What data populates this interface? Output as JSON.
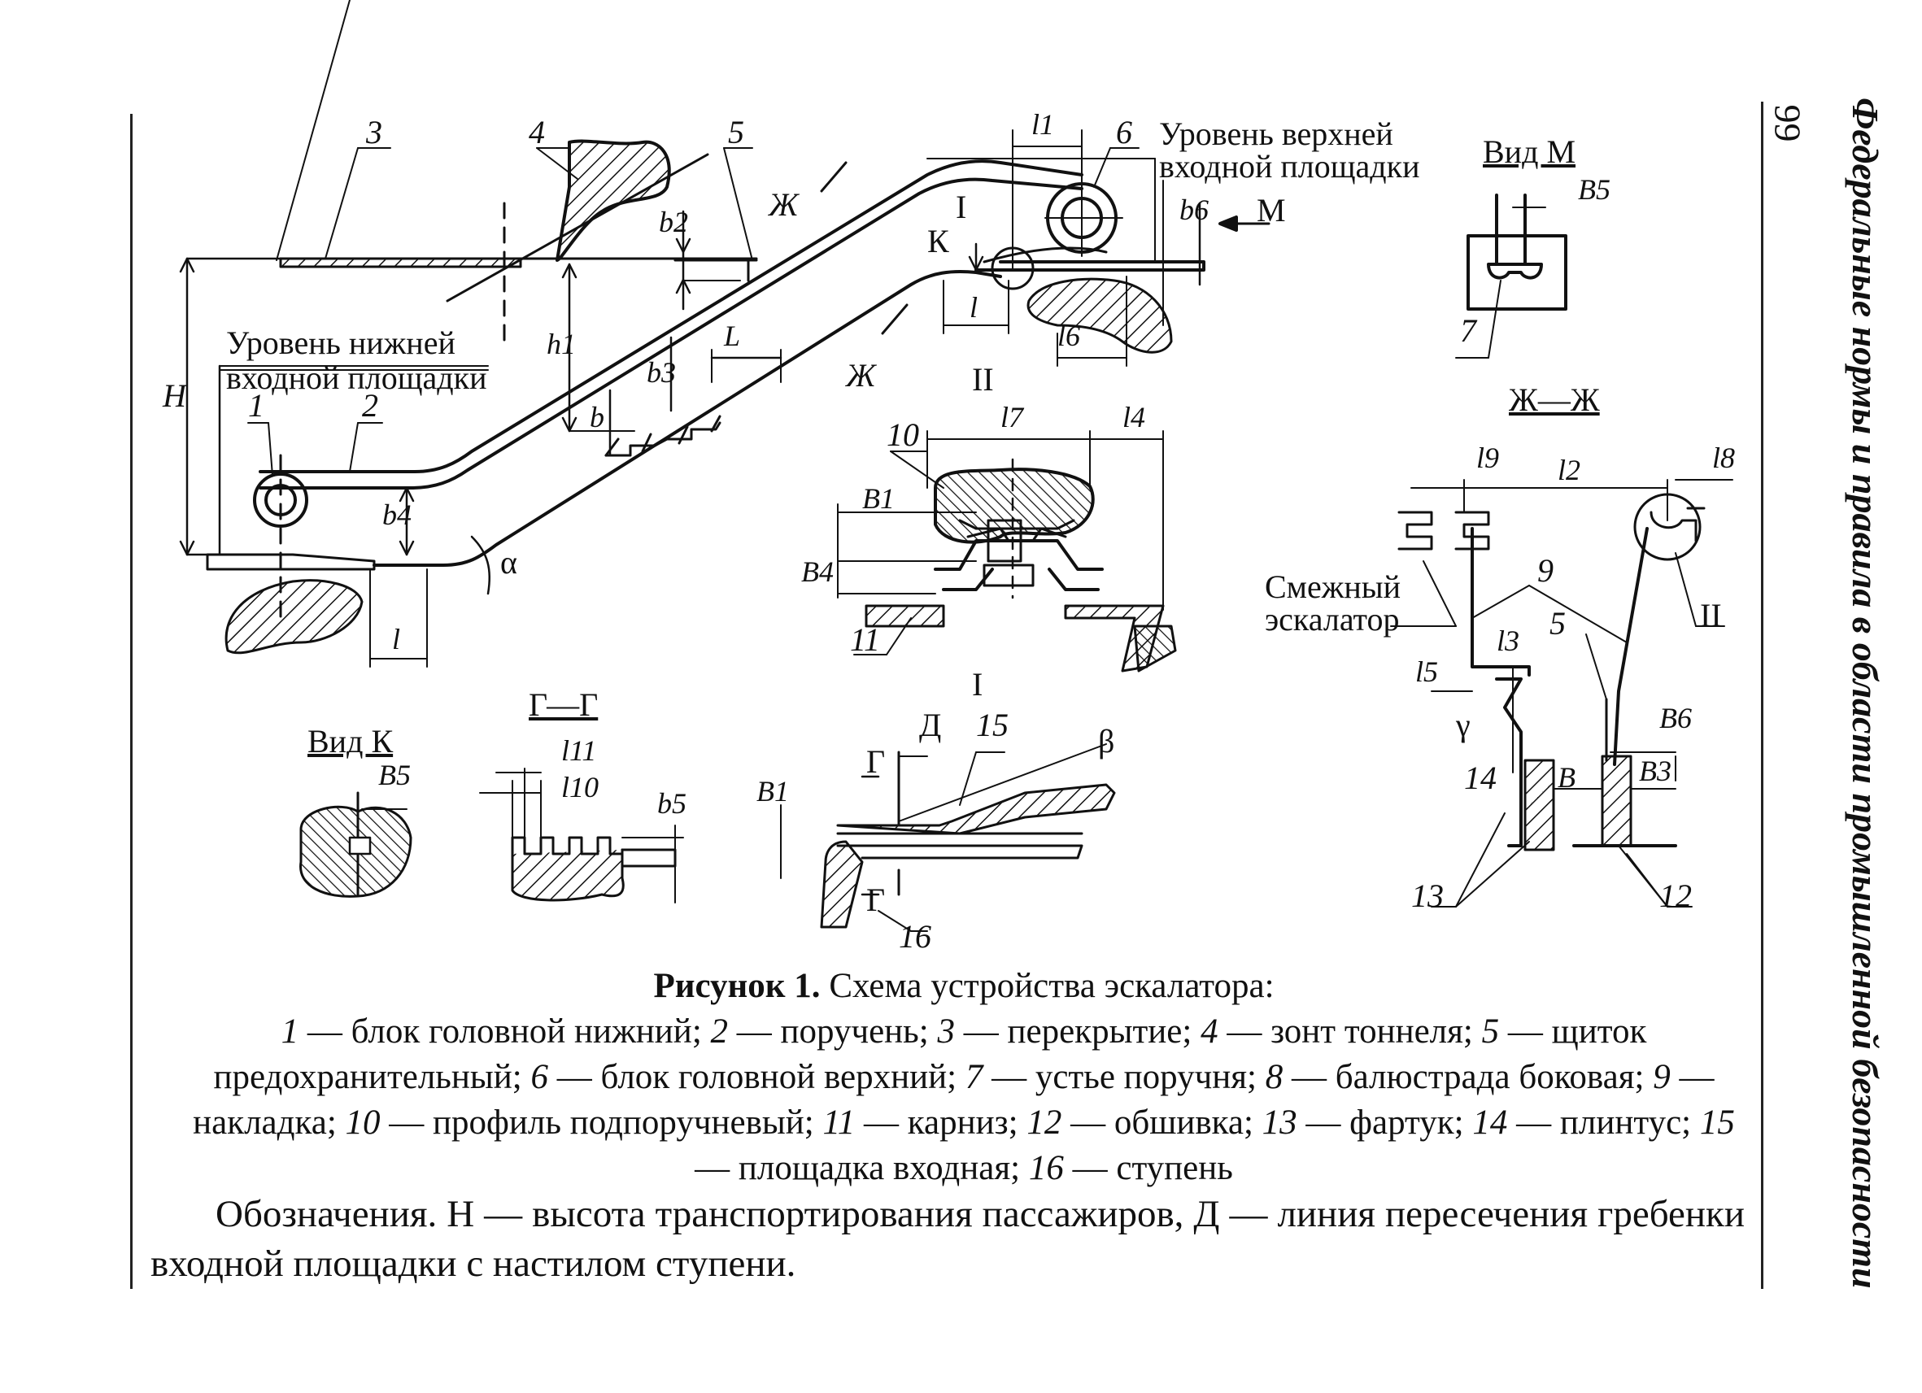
{
  "running_head": {
    "page_number": "99",
    "title": "Федеральные нормы и правила в области промышленной безопасности"
  },
  "figure": {
    "labels": {
      "upper_level": [
        "Уровень верхней",
        "входной площадки"
      ],
      "lower_level": [
        "Уровень нижней",
        "входной площадки"
      ],
      "adjacent": [
        "Смежный",
        "эскалатор"
      ],
      "view_m": "Вид М",
      "view_k": "Вид К",
      "section_gg": "Г—Г",
      "section_zz": "Ж—Ж",
      "detail_I": "I",
      "detail_II": "II",
      "marker_M": "М",
      "marker_K": "К",
      "marker_D": "Д",
      "marker_G": "Г",
      "marker_Zh": "Ж",
      "H": "H",
      "alpha": "α",
      "beta": "β",
      "gamma": "γ",
      "dims": [
        "l",
        "l1",
        "l2",
        "l3",
        "l4",
        "l5",
        "l6",
        "l7",
        "l8",
        "l9",
        "l10",
        "l11",
        "b",
        "b2",
        "b3",
        "b4",
        "b5",
        "b6",
        "h1",
        "B",
        "B1",
        "B3",
        "B4",
        "B5",
        "B6",
        "L"
      ],
      "numbers": [
        "1",
        "2",
        "3",
        "4",
        "5",
        "6",
        "7",
        "9",
        "10",
        "11",
        "12",
        "13",
        "14",
        "15",
        "16"
      ]
    }
  },
  "caption": {
    "title_bold": "Рисунок 1.",
    "title_rest": " Схема устройства эскалатора:",
    "items": [
      {
        "n": "1",
        "t": " — блок головной нижний; "
      },
      {
        "n": "2",
        "t": " — поручень; "
      },
      {
        "n": "3",
        "t": " — перекрытие; "
      },
      {
        "n": "4",
        "t": " — зонт тоннеля; "
      },
      {
        "n": "5",
        "t": " — щиток предохранительный; "
      },
      {
        "n": "6",
        "t": " — блок головной верхний; "
      },
      {
        "n": "7",
        "t": " — устье поручня; "
      },
      {
        "n": "8",
        "t": " — балюстрада боковая; "
      },
      {
        "n": "9",
        "t": " — накладка; "
      },
      {
        "n": "10",
        "t": " — профиль подпоручневый; "
      },
      {
        "n": "11",
        "t": " — карниз; "
      },
      {
        "n": "12",
        "t": " — обшивка; "
      },
      {
        "n": "13",
        "t": " — фартук; "
      },
      {
        "n": "14",
        "t": " — плинтус; "
      },
      {
        "n": "15",
        "t": " — площадка входная; "
      },
      {
        "n": "16",
        "t": " — ступень"
      }
    ]
  },
  "notes": "Обозначения. H — высота транспортирования пассажиров, Д — линия пересечения гребенки входной площадки с настилом ступени."
}
